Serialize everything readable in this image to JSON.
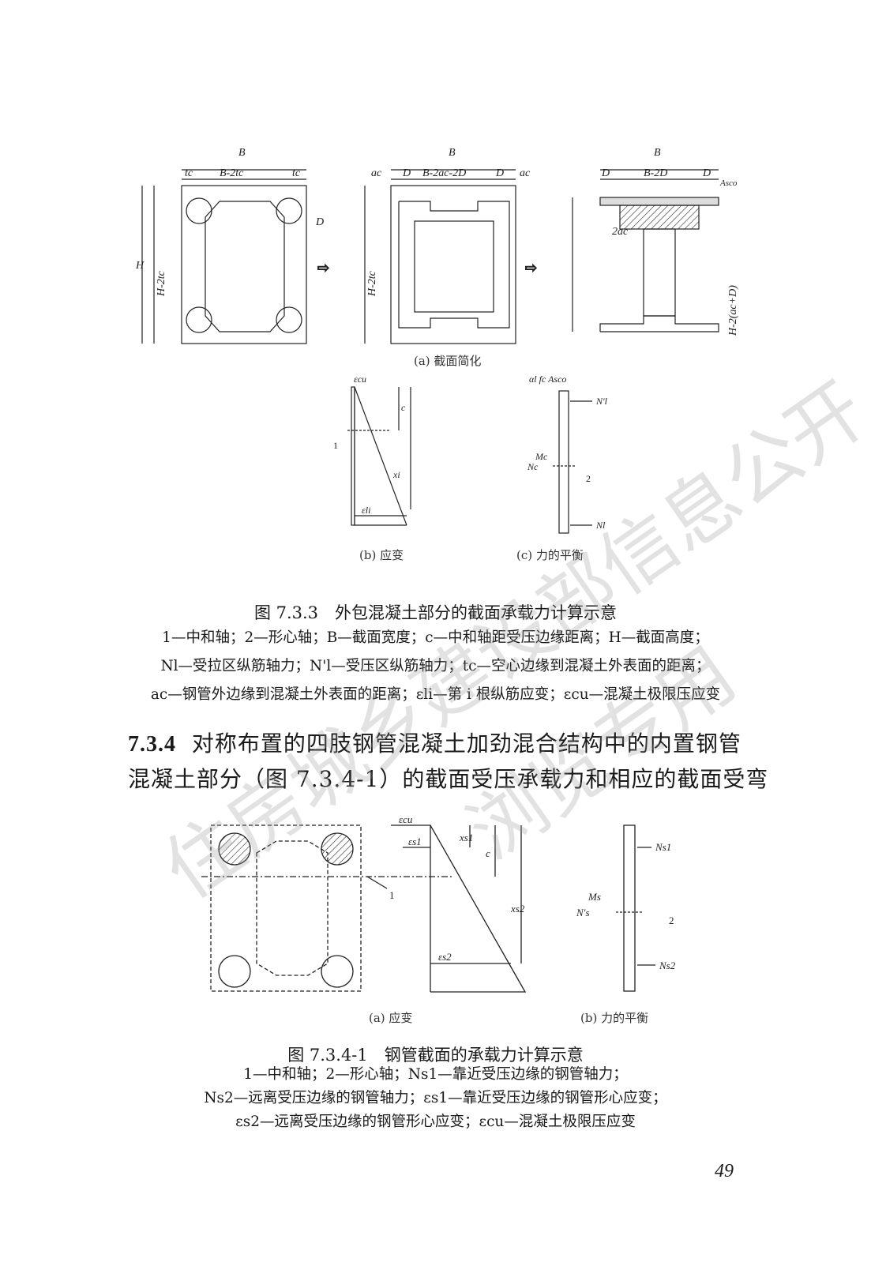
{
  "figure1": {
    "sub_a": {
      "labels": [
        "B",
        "B-2tc",
        "tc",
        "tc",
        "H",
        "H-2tc",
        "D",
        "B-2ac-2D",
        "D",
        "ac",
        "ac",
        "B-2D",
        "Asco",
        "2ac",
        "H-2(ac+D)"
      ],
      "caption": "(a) 截面简化"
    },
    "sub_b": {
      "labels": [
        "εcu",
        "c",
        "1",
        "xi",
        "εli"
      ],
      "caption": "(b) 应变"
    },
    "sub_c": {
      "labels": [
        "αl fc Asco",
        "N'l",
        "Mc",
        "Nc",
        "2",
        "Nl"
      ],
      "caption": "(c) 力的平衡"
    },
    "title": "图 7.3.3　外包混凝土部分的截面承载力计算示意",
    "notes": [
      "1—中和轴；2—形心轴；B—截面宽度；c—中和轴距受压边缘距离；H—截面高度；",
      "Nl—受拉区纵筋轴力；N'l—受压区纵筋轴力；tc—空心边缘到混凝土外表面的距离；",
      "ac—钢管外边缘到混凝土外表面的距离；εli—第 i 根纵筋应变；εcu—混凝土极限压应变"
    ]
  },
  "section": {
    "number": "7.3.4",
    "text_line1": "对称布置的四肢钢管混凝土加劲混合结构中的内置钢管",
    "text_line2": "混凝土部分（图 7.3.4-1）的截面受压承载力和相应的截面受弯"
  },
  "figure2": {
    "sub_a": {
      "labels": [
        "εcu",
        "εs1",
        "xs1",
        "c",
        "1",
        "xs2",
        "εs2"
      ],
      "caption": "(a) 应变"
    },
    "sub_b": {
      "labels": [
        "Ns1",
        "Ms",
        "N's",
        "2",
        "Ns2"
      ],
      "caption": "(b) 力的平衡"
    },
    "title": "图 7.3.4-1　钢管截面的承载力计算示意",
    "notes": [
      "1—中和轴；2—形心轴；Ns1—靠近受压边缘的钢管轴力；",
      "Ns2—远离受压边缘的钢管轴力；εs1—靠近受压边缘的钢管形心应变；",
      "εs2—远离受压边缘的钢管形心应变；εcu—混凝土极限压应变"
    ]
  },
  "watermark": {
    "line1": "住房城乡建设部信息公开",
    "line2": "浏览专用"
  },
  "page_number": "49"
}
